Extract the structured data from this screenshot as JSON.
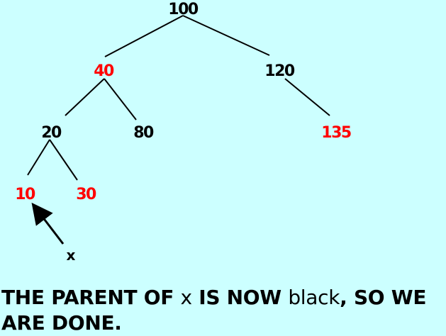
{
  "tree": {
    "nodes": [
      {
        "id": "n100",
        "label": "100",
        "color": "black"
      },
      {
        "id": "n40",
        "label": "40",
        "color": "red"
      },
      {
        "id": "n120",
        "label": "120",
        "color": "black"
      },
      {
        "id": "n20",
        "label": "20",
        "color": "black"
      },
      {
        "id": "n80",
        "label": "80",
        "color": "black"
      },
      {
        "id": "n135",
        "label": "135",
        "color": "red"
      },
      {
        "id": "n10",
        "label": "10",
        "color": "red"
      },
      {
        "id": "n30",
        "label": "30",
        "color": "red"
      }
    ],
    "edges": [
      [
        "n100",
        "n40"
      ],
      [
        "n100",
        "n120"
      ],
      [
        "n40",
        "n20"
      ],
      [
        "n40",
        "n80"
      ],
      [
        "n120",
        "n135"
      ],
      [
        "n20",
        "n10"
      ],
      [
        "n20",
        "n30"
      ]
    ],
    "pointer": {
      "label": "x",
      "target": "n10"
    }
  },
  "caption": {
    "part1": "THE PARENT OF ",
    "part2": "x",
    "part3": " IS NOW ",
    "part4": "black",
    "part5": ", SO WE ARE DONE."
  },
  "colors": {
    "background": "#ccffff",
    "red": "#ff0000",
    "black": "#000000"
  }
}
